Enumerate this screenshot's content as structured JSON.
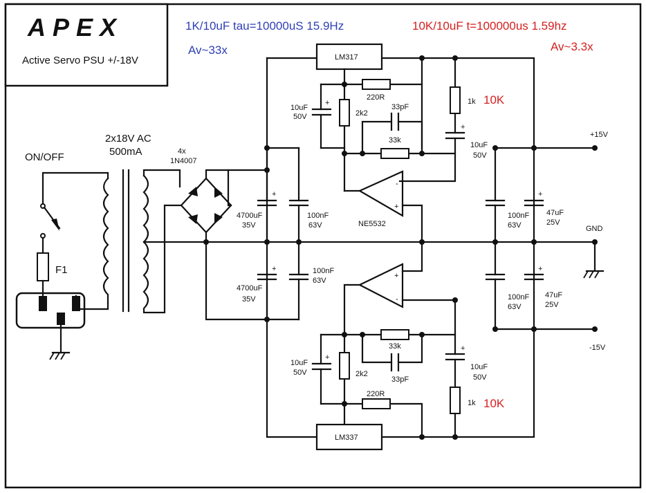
{
  "title_block": {
    "logo": "APEX",
    "subtitle": "Active Servo PSU +/-18V"
  },
  "annotations": {
    "blue_line1": "1K/10uF tau=10000uS 15.9Hz",
    "blue_line2": "Av~33x",
    "red_line1": "10K/10uF t=100000us 1.59hz",
    "red_line2": "Av~3.3x",
    "red_top": "10K",
    "red_bottom": "10K",
    "blue_color": "#2f3fb5",
    "red_color": "#d42020"
  },
  "labels": {
    "on_off": "ON/OFF",
    "fuse": "F1",
    "transformer_1": "2x18V AC",
    "transformer_2": "500mA",
    "bridge_1": "4x",
    "bridge_2": "1N4007",
    "reg_top": "LM317",
    "reg_bottom": "LM337",
    "opamp": "NE5532",
    "rail_pos": "+15V",
    "rail_gnd": "GND",
    "rail_neg": "-15V",
    "r_top_220": "220R",
    "r_top_2k2": "2k2",
    "r_top_33k": "33k",
    "c_top_33p": "33pF",
    "r_top_1k": "1k",
    "c_top_10u_l1": "10uF",
    "c_top_10u_l2": "50V",
    "c_top_10u_r1": "10uF",
    "c_top_10u_r2": "50V",
    "c_big_top_1": "4700uF",
    "c_big_top_2": "35V",
    "c_100n_top_1": "100nF",
    "c_100n_top_2": "63V",
    "c_out_100n_top_1": "100nF",
    "c_out_100n_top_2": "63V",
    "c_out_47u_top_1": "47uF",
    "c_out_47u_top_2": "25V",
    "c_big_bot_1": "4700uF",
    "c_big_bot_2": "35V",
    "c_100n_bot_1": "100nF",
    "c_100n_bot_2": "63V",
    "c_out_100n_bot_1": "100nF",
    "c_out_100n_bot_2": "63V",
    "c_out_47u_bot_1": "47uF",
    "c_out_47u_bot_2": "25V",
    "r_bot_33k": "33k",
    "c_bot_33p": "33pF",
    "r_bot_2k2": "2k2",
    "r_bot_220": "220R",
    "r_bot_1k": "1k",
    "c_bot_10u_l1": "10uF",
    "c_bot_10u_l2": "50V",
    "c_bot_10u_r1": "10uF",
    "c_bot_10u_r2": "50V",
    "plus": "+",
    "minus": "-"
  }
}
